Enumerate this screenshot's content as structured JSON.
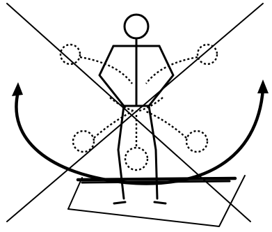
{
  "figure": {
    "description_tags": [
      "stick-figure",
      "cross-lines",
      "rotation-arrows",
      "dotted-arm-positions",
      "floor-platform"
    ],
    "colors": {
      "ink": "#000000",
      "background": "#ffffff"
    },
    "icons": [
      "head-circle",
      "left-arc-arrow",
      "right-arc-arrow",
      "cross-line",
      "platform-board"
    ]
  }
}
